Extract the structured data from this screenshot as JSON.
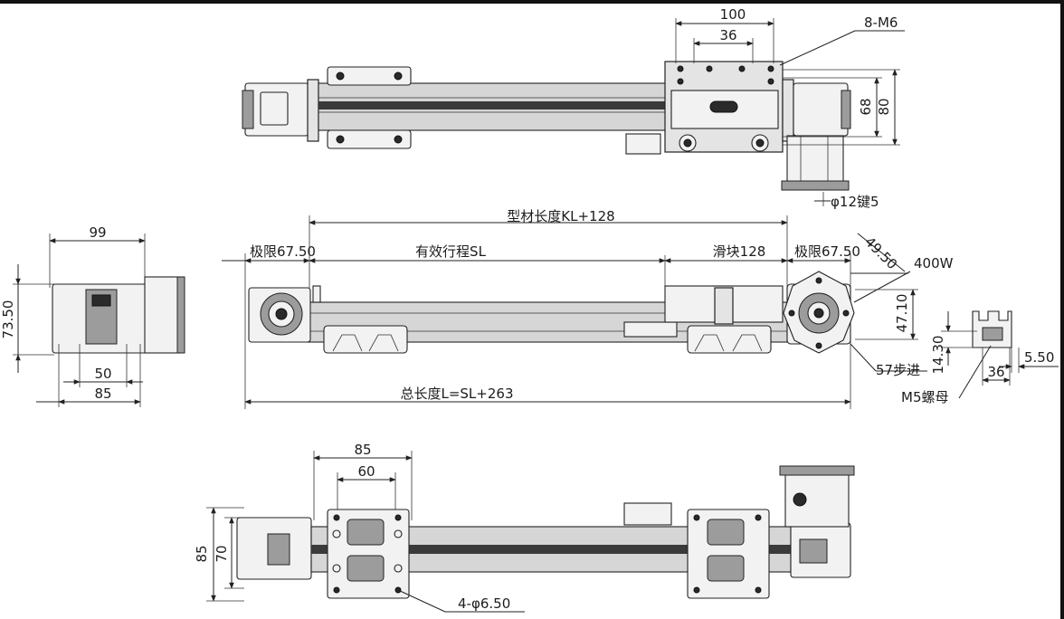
{
  "top_view": {
    "dim_100": "100",
    "dim_36": "36",
    "label_8m6": "8-M6",
    "dim_68": "68",
    "dim_80": "80",
    "shaft_key": "φ12键5"
  },
  "front_view": {
    "profile_length": "型材长度KL+128",
    "limit_left": "极限67.50",
    "stroke": "有效行程SL",
    "slider": "滑块128",
    "limit_right": "极限67.50",
    "dim_4950": "49.50",
    "motor_power": "400W",
    "dim_4710": "47.10",
    "motor_stepper": "57步进",
    "total_length": "总长度L=SL+263"
  },
  "left_view": {
    "dim_99": "99",
    "dim_7350": "73.50",
    "dim_50": "50",
    "dim_85": "85"
  },
  "section_view": {
    "dim_1430": "14.30",
    "dim_36": "36",
    "dim_550": "5.50",
    "nut_label": "M5螺母"
  },
  "bottom_view": {
    "dim_85_h": "85",
    "dim_60": "60",
    "dim_85_v": "85",
    "dim_70": "70",
    "holes_label": "4-φ6.50"
  }
}
